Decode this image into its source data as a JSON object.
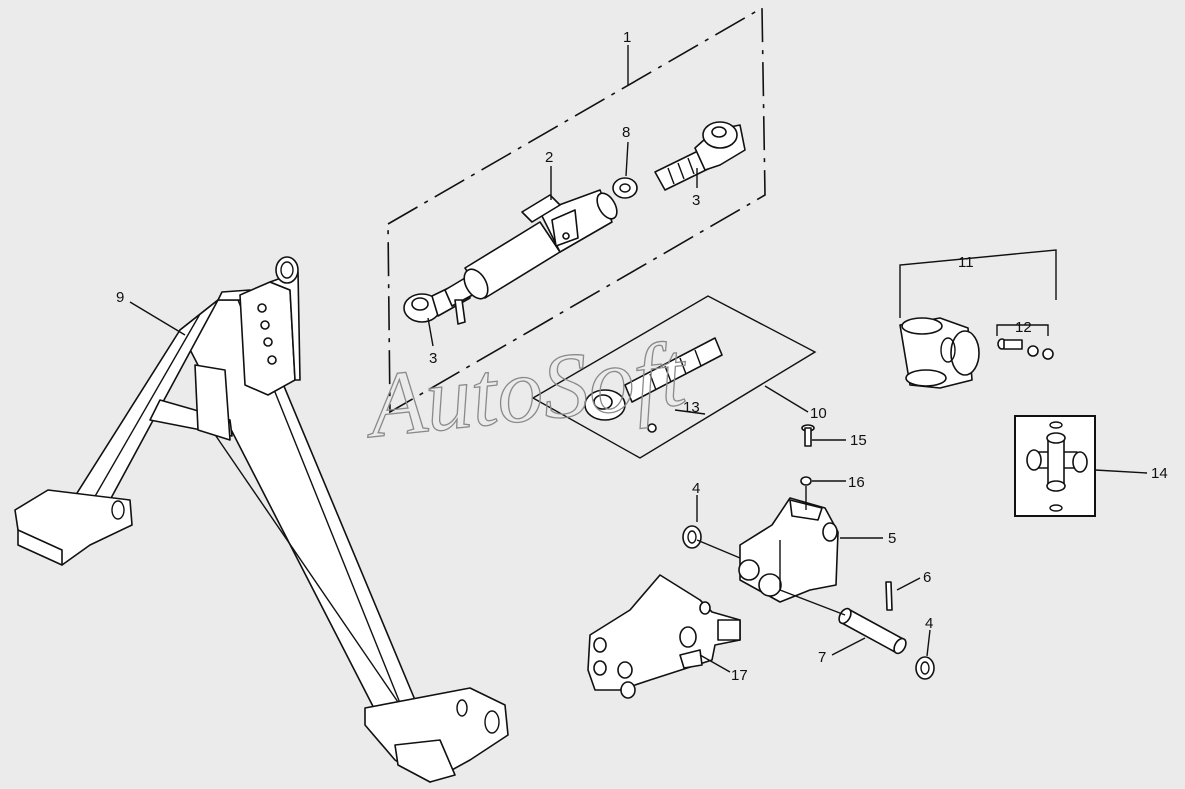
{
  "watermark": "AutoSoft",
  "callouts": [
    {
      "id": "c1",
      "text": "1"
    },
    {
      "id": "c2",
      "text": "2"
    },
    {
      "id": "c3a",
      "text": "3"
    },
    {
      "id": "c3b",
      "text": "3"
    },
    {
      "id": "c4a",
      "text": "4"
    },
    {
      "id": "c4b",
      "text": "4"
    },
    {
      "id": "c5",
      "text": "5"
    },
    {
      "id": "c6",
      "text": "6"
    },
    {
      "id": "c7",
      "text": "7"
    },
    {
      "id": "c8",
      "text": "8"
    },
    {
      "id": "c9",
      "text": "9"
    },
    {
      "id": "c10",
      "text": "10"
    },
    {
      "id": "c11",
      "text": "11"
    },
    {
      "id": "c12",
      "text": "12"
    },
    {
      "id": "c13",
      "text": "13"
    },
    {
      "id": "c14",
      "text": "14"
    },
    {
      "id": "c15",
      "text": "15"
    },
    {
      "id": "c16",
      "text": "16"
    },
    {
      "id": "c17",
      "text": "17"
    }
  ]
}
